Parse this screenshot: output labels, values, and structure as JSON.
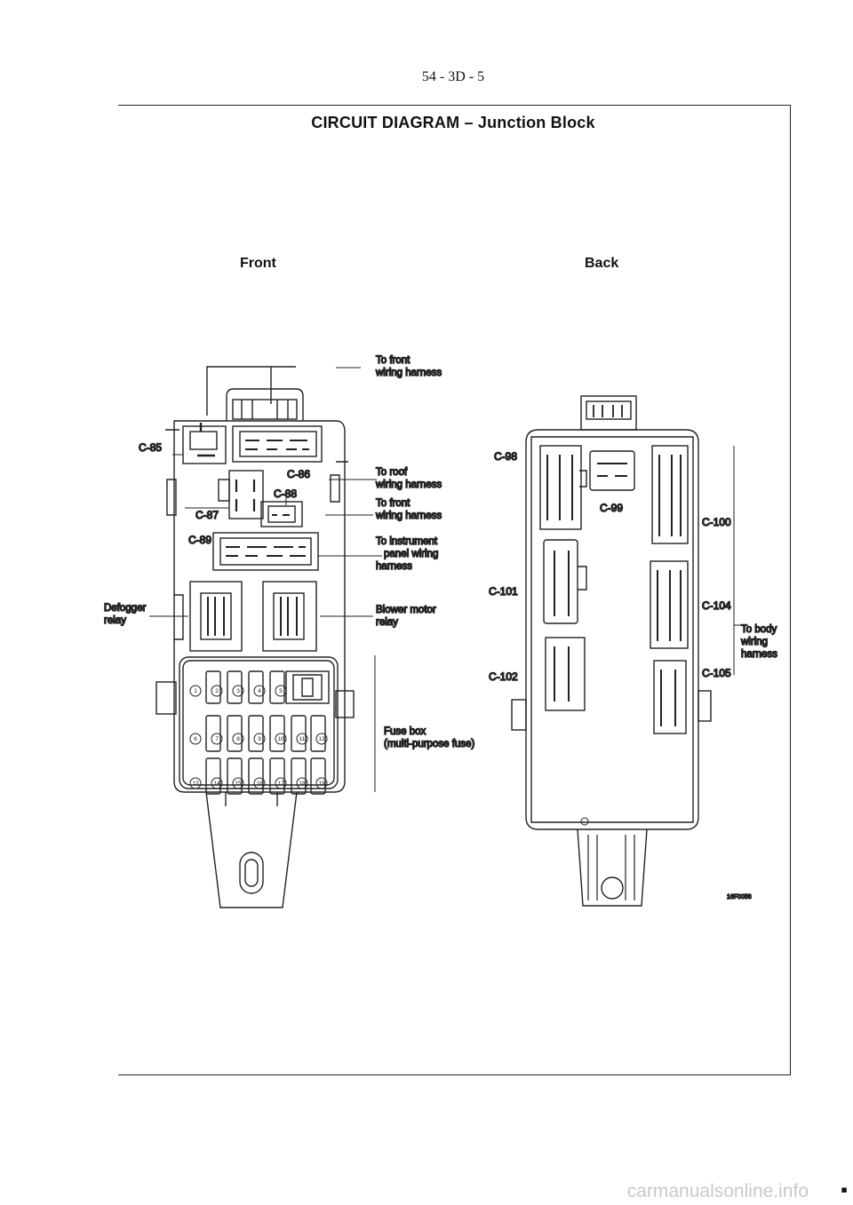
{
  "page_number": "54 - 3D - 5",
  "title": "CIRCUIT DIAGRAM –  Junction Block",
  "views": {
    "front": "Front",
    "back": "Back"
  },
  "front_connectors": {
    "c85": "C-85",
    "c86": "C-86",
    "c87": "C-87",
    "c88": "C-88",
    "c89": "C-89"
  },
  "front_callouts": {
    "front_harness_1": [
      "To front",
      "wiring harness"
    ],
    "roof_harness": [
      "To roof",
      "wiring harness"
    ],
    "front_harness_2": [
      "To front",
      "wiring harness"
    ],
    "instrument_panel": [
      "To instrument",
      "panel wiring",
      "harness"
    ],
    "blower_relay": [
      "Blower motor",
      "relay"
    ],
    "defogger_relay": [
      "Defogger",
      "relay"
    ],
    "fuse_box": [
      "Fuse box",
      "(multi-purpose fuse)"
    ]
  },
  "fuse_numbers": [
    [
      "1",
      "2",
      "3",
      "4",
      "5"
    ],
    [
      "6",
      "7",
      "8",
      "9",
      "10",
      "11",
      "12"
    ],
    [
      "13",
      "14",
      "15",
      "16",
      "17",
      "18",
      "19"
    ]
  ],
  "back_connectors": {
    "c98": "C-98",
    "c99": "C-99",
    "c100": "C-100",
    "c101": "C-101",
    "c102": "C-102",
    "c104": "C-104",
    "c105": "C-105"
  },
  "back_callouts": {
    "body_harness": [
      "To body",
      "wiring",
      "harness"
    ]
  },
  "figure_code": "16F0058",
  "watermark": "carmanualsonline.info"
}
